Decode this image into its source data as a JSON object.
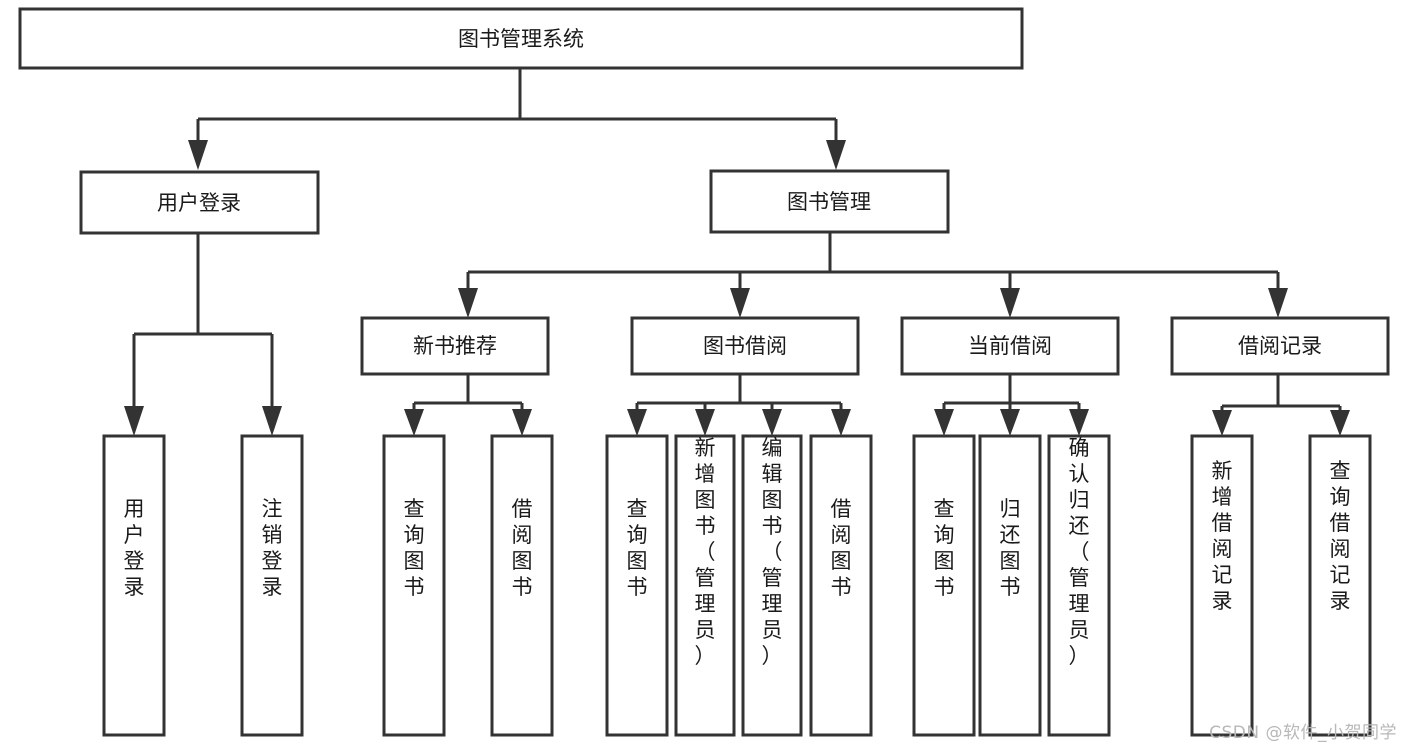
{
  "diagram": {
    "title": "图书管理系统",
    "watermark": "CSDN @软件_小贺同学",
    "colors": {
      "stroke": "#333333",
      "fill": "#ffffff",
      "text": "#1a1a1a",
      "watermark": "#b8b8b8",
      "background": "#ffffff"
    },
    "root": {
      "label": "图书管理系统"
    },
    "level2": [
      {
        "label": "用户登录"
      },
      {
        "label": "图书管理"
      }
    ],
    "level3": [
      {
        "label": "新书推荐"
      },
      {
        "label": "图书借阅"
      },
      {
        "label": "当前借阅"
      },
      {
        "label": "借阅记录"
      }
    ],
    "leaves": {
      "user_login": [
        {
          "label": "用户登录"
        },
        {
          "label": "注销登录"
        }
      ],
      "new_book_recommend": [
        {
          "label": "查询图书"
        },
        {
          "label": "借阅图书"
        }
      ],
      "book_borrow": [
        {
          "label": "查询图书"
        },
        {
          "label": "新增图书（管理员）"
        },
        {
          "label": "编辑图书（管理员）"
        },
        {
          "label": "借阅图书"
        }
      ],
      "current_borrow": [
        {
          "label": "查询图书"
        },
        {
          "label": "归还图书"
        },
        {
          "label": "确认归还（管理员）"
        }
      ],
      "borrow_record": [
        {
          "label": "新增借阅记录"
        },
        {
          "label": "查询借阅记录"
        }
      ]
    }
  }
}
